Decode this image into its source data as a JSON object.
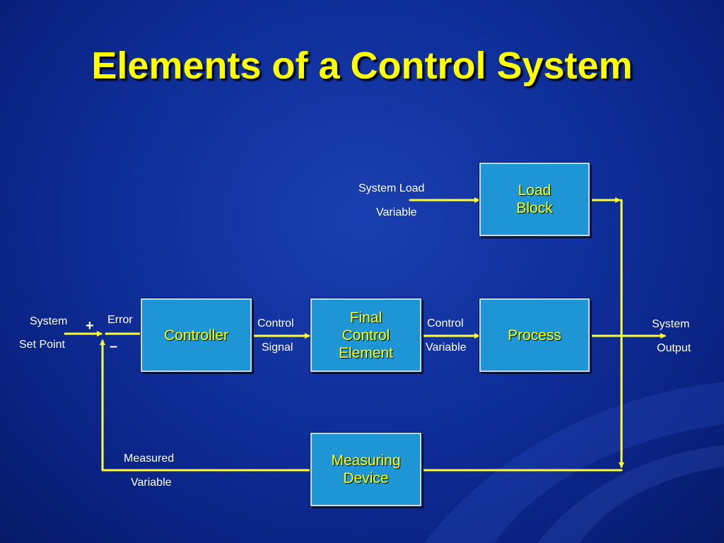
{
  "slide": {
    "title": "Elements of a Control System"
  },
  "blocks": {
    "load": "Load\nBlock",
    "controller": "Controller",
    "final_control": "Final\nControl\nElement",
    "process": "Process",
    "measuring": "Measuring\nDevice"
  },
  "signals": {
    "system_load_line1": "System Load",
    "system_load_line2": "Variable",
    "set_point_line1": "System",
    "set_point_line2": "Set Point",
    "error": "Error",
    "control_signal_line1": "Control",
    "control_signal_line2": "Signal",
    "control_variable_line1": "Control",
    "control_variable_line2": "Variable",
    "output_line1": "System",
    "output_line2": "Output",
    "measured_line1": "Measured",
    "measured_line2": "Variable"
  },
  "summing_junction": {
    "plus": "+",
    "minus": "–"
  },
  "colors": {
    "background": "#0f2f9a",
    "title": "#ffff00",
    "block_fill": "#1e96d6",
    "wire": "#ffff33",
    "label_text": "#ffffff"
  }
}
